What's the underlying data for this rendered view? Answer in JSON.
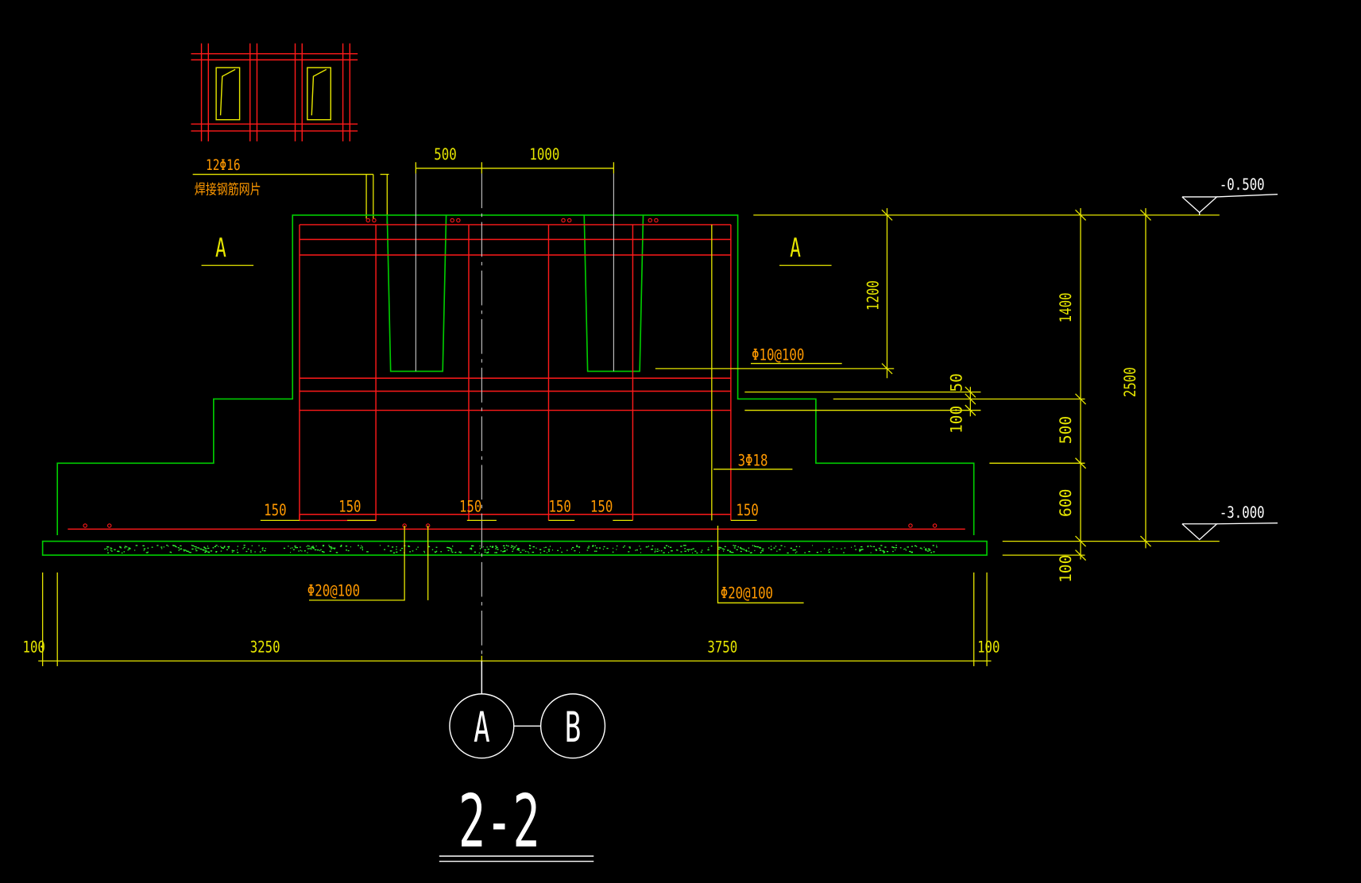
{
  "colors": {
    "background": "#000000",
    "concrete_outline": "#00cc00",
    "rebar": "#ff1a1a",
    "dimension": "#e6e600",
    "label": "#ff9900",
    "axis": "#ffffff",
    "hatch": "#33ff33"
  },
  "labels": {
    "mesh_bar": "12Φ16",
    "mesh_note": "焊接钢筋网片",
    "section_mark_left": "A",
    "section_mark_right": "A",
    "stirrup_note": "Φ10@100",
    "side_bar_note": "3Φ18",
    "bottom_bar_left": "Φ20@100",
    "bottom_bar_right": "Φ20@100",
    "cover_1": "150",
    "cover_2": "150",
    "cover_3": "150",
    "cover_4": "150",
    "cover_5": "150",
    "cover_6": "150",
    "axis_a": "A",
    "axis_b": "B",
    "drawing_title": "2-2"
  },
  "dimensions": {
    "top_left": "500",
    "top_right": "1000",
    "socket_depth": "1200",
    "gap_small": "50",
    "gap_small_2": "100",
    "upper_step": "1400",
    "middle_step": "500",
    "base_height": "600",
    "total_height": "2500",
    "cushion": "100",
    "bottom_edge_left": "100",
    "bottom_left": "3250",
    "bottom_right": "3750",
    "bottom_edge_right": "100"
  },
  "elevations": {
    "top": "-0.500",
    "bottom": "-3.000"
  }
}
